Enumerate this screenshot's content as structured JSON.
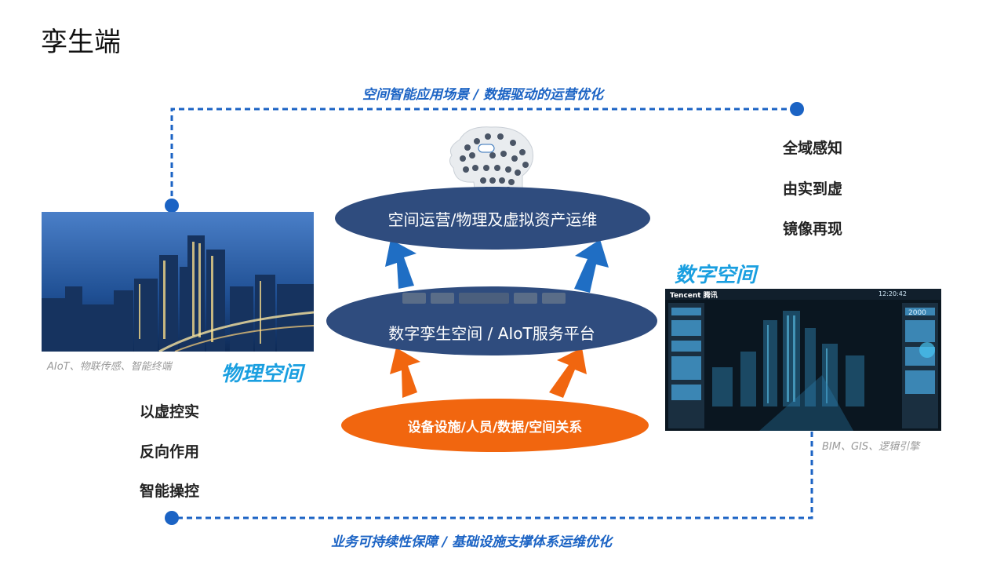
{
  "title": "孪生端",
  "top_flow_label": "空间智能应用场景 / 数据驱动的运营优化",
  "bottom_flow_label": "业务可持续性保障 / 基础设施支撑体系运维优化",
  "right_points": [
    "全域感知",
    "由实到虚",
    "镜像再现"
  ],
  "left_points": [
    "以虚控实",
    "反向作用",
    "智能操控"
  ],
  "physical_space": {
    "label": "物理空间",
    "caption": "AIoT、物联传感、智能终端"
  },
  "digital_space": {
    "label": "数字空间",
    "caption": "BIM、GIS、逻辑引擎"
  },
  "layers": {
    "top": "空间运营/物理及虚拟资产运维",
    "middle": "数字孪生空间 / AIoT服务平台",
    "bottom": "设备设施/人员/数据/空间关系"
  },
  "screen": {
    "brand": "Tencent 腾讯",
    "time": "12:20:42",
    "metric": "2000"
  },
  "colors": {
    "accent_blue": "#1b63c4",
    "label_cyan": "#1a9fe0",
    "layer_navy": "#2f4c7e",
    "layer_orange": "#f1660f",
    "arrow_blue": "#1f6ec4",
    "arrow_orange": "#f1660f"
  }
}
